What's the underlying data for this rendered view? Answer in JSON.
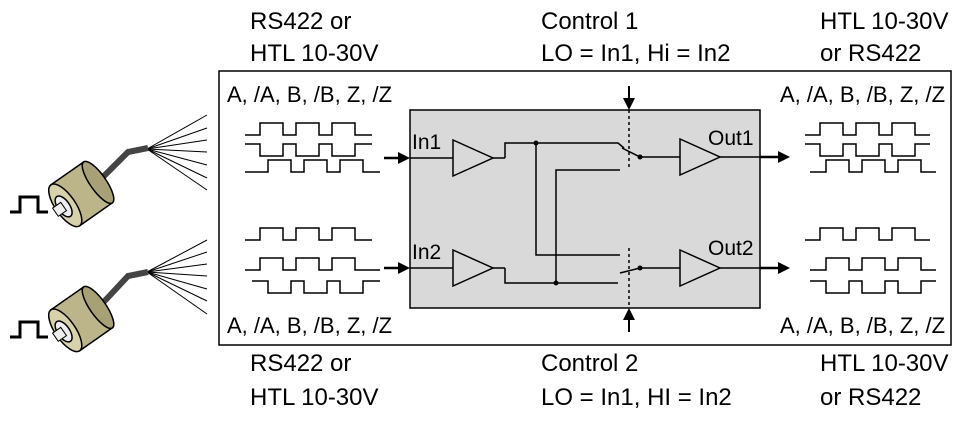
{
  "colors": {
    "line": "#000000",
    "box_fill": "#d9d9d9",
    "frame_fill": "#ffffff",
    "encoder_body": "#c8c29a",
    "encoder_shaft": "#e6e6e6",
    "cable": "#555555"
  },
  "icons": {
    "encoders": [
      "rotary-encoder-icon",
      "rotary-encoder-icon"
    ],
    "pulse": [
      "square-pulse-icon",
      "square-pulse-icon"
    ],
    "amplifier": [
      "triangle-buffer-icon"
    ],
    "switch": [
      "changeover-switch-icon"
    ]
  },
  "labels": {
    "input_top_type": [
      "RS422 or",
      "HTL 10-30V"
    ],
    "input_bottom_type": [
      "RS422 or",
      "HTL 10-30V"
    ],
    "control_top": [
      "Control 1",
      "LO = In1, Hi = In2"
    ],
    "control_bottom": [
      "Control 2",
      "LO = In1, HI = In2"
    ],
    "output_top_type": [
      "HTL 10-30V",
      "or RS422"
    ],
    "output_bottom_type": [
      "HTL 10-30V",
      "or RS422"
    ],
    "signals_in_top": "A, /A, B, /B, Z, /Z",
    "signals_in_bottom": "A, /A, B, /B, Z, /Z",
    "signals_out_top": "A, /A, B, /B, Z, /Z",
    "signals_out_bottom": "A, /A, B, /B, Z, /Z",
    "in1": "In1",
    "in2": "In2",
    "out1": "Out1",
    "out2": "Out2"
  }
}
